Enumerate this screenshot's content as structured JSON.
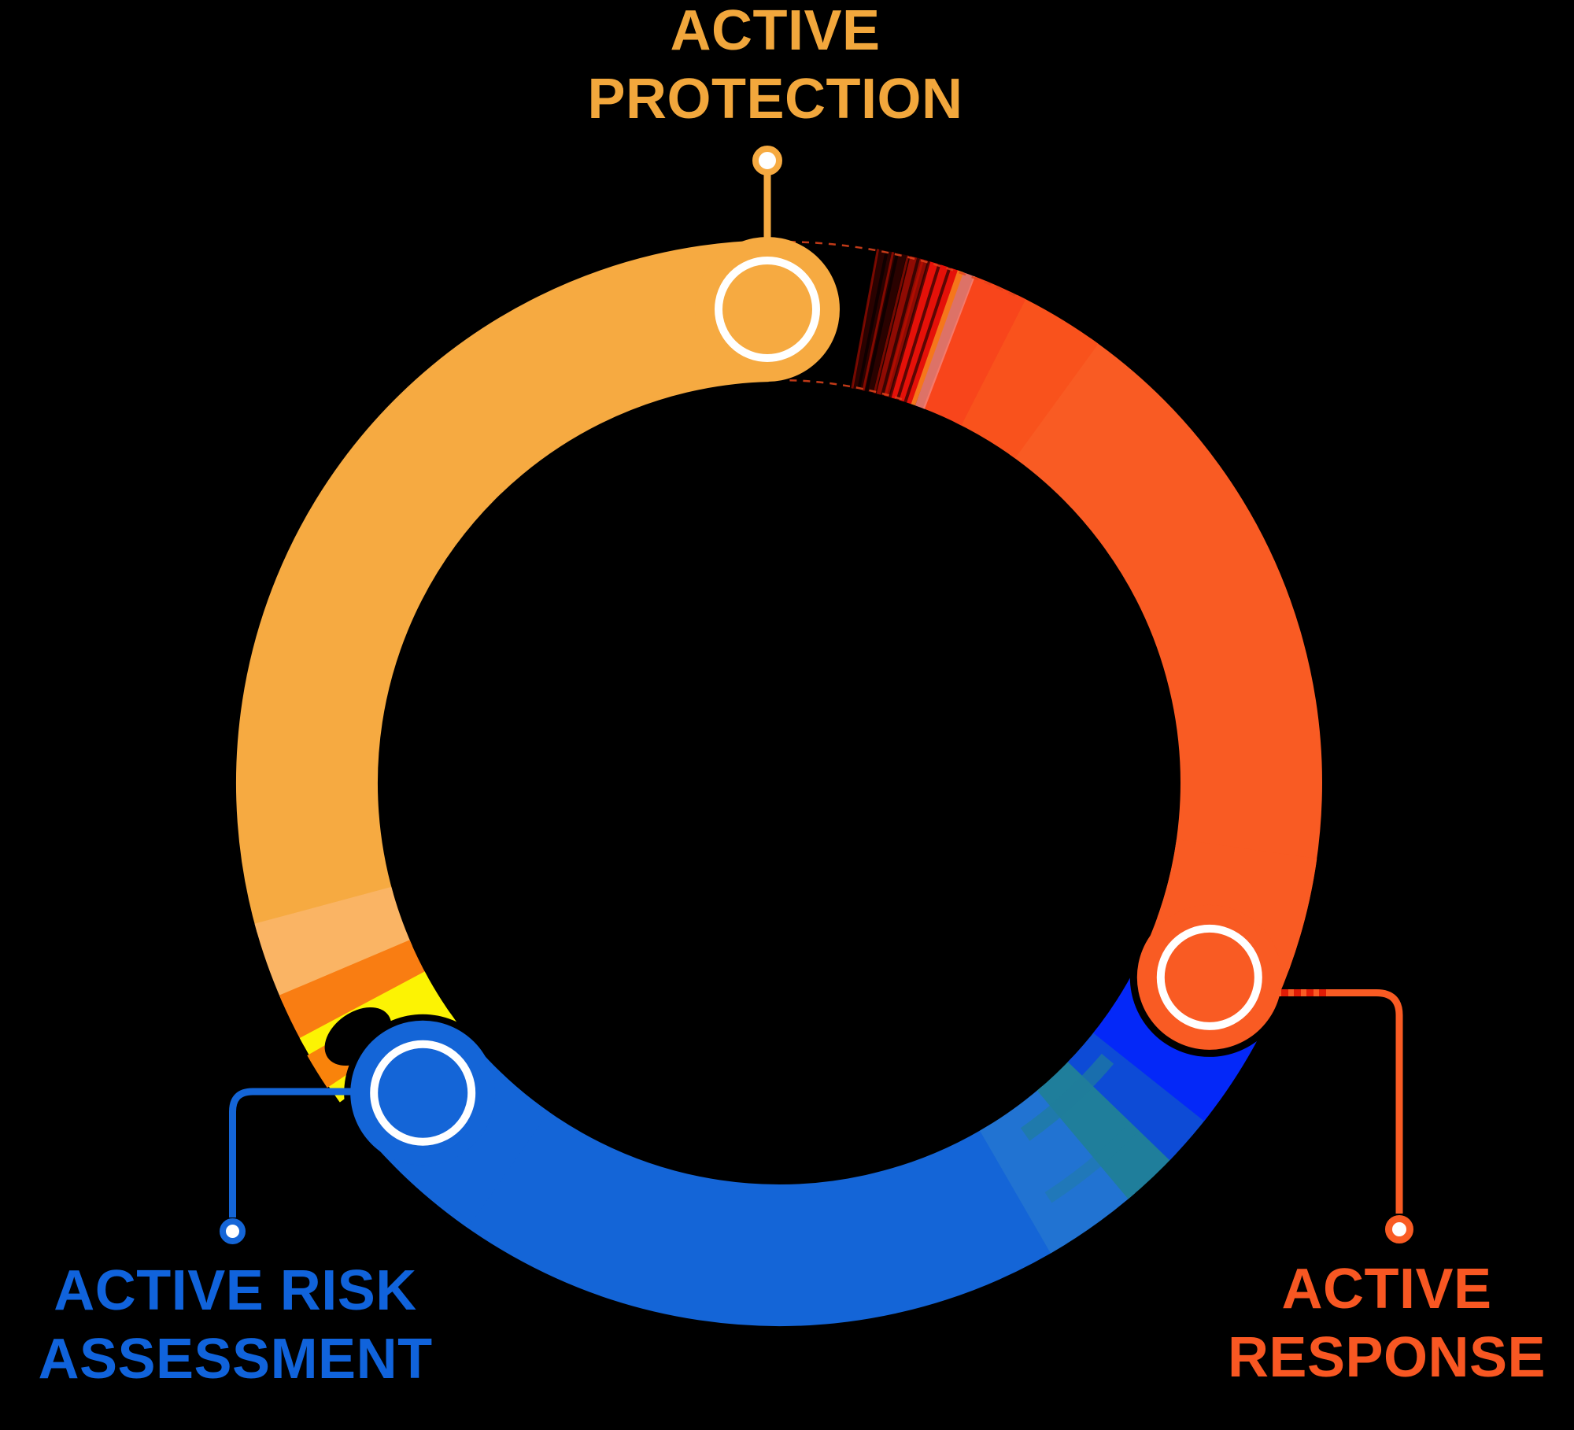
{
  "page": {
    "background_color": "#000000"
  },
  "diagram": {
    "type": "cycle-ring",
    "marker_ring_color": "#FFFFFF",
    "connector_dot_fill": "#FFFFFF",
    "segments": [
      {
        "id": "active-protection",
        "position": "top",
        "label": "ACTIVE PROTECTION",
        "label_line1": "ACTIVE",
        "label_line2": "PROTECTION",
        "color": "#F6AA41",
        "text_color": "#F2A73C"
      },
      {
        "id": "active-response",
        "position": "bottom-right",
        "label": "ACTIVE RESPONSE",
        "label_line1": "ACTIVE",
        "label_line2": "RESPONSE",
        "color": "#F95B23",
        "text_color": "#F85722"
      },
      {
        "id": "active-risk-assessment",
        "position": "bottom-left",
        "label": "ACTIVE RISK ASSESSMENT",
        "label_line1": "ACTIVE RISK",
        "label_line2": "ASSESSMENT",
        "color": "#1465D7",
        "text_color": "#1063DC"
      }
    ],
    "glitch_colors": {
      "neon_yellow": "#FCF303",
      "orange_patch": "#F9830B",
      "glitch_red": "#E51109",
      "dark_red": "#8F0B03",
      "electric_blue": "#0428F8",
      "teal": "#1F7E9B",
      "artifact_dash_red": "#E2441C"
    }
  }
}
